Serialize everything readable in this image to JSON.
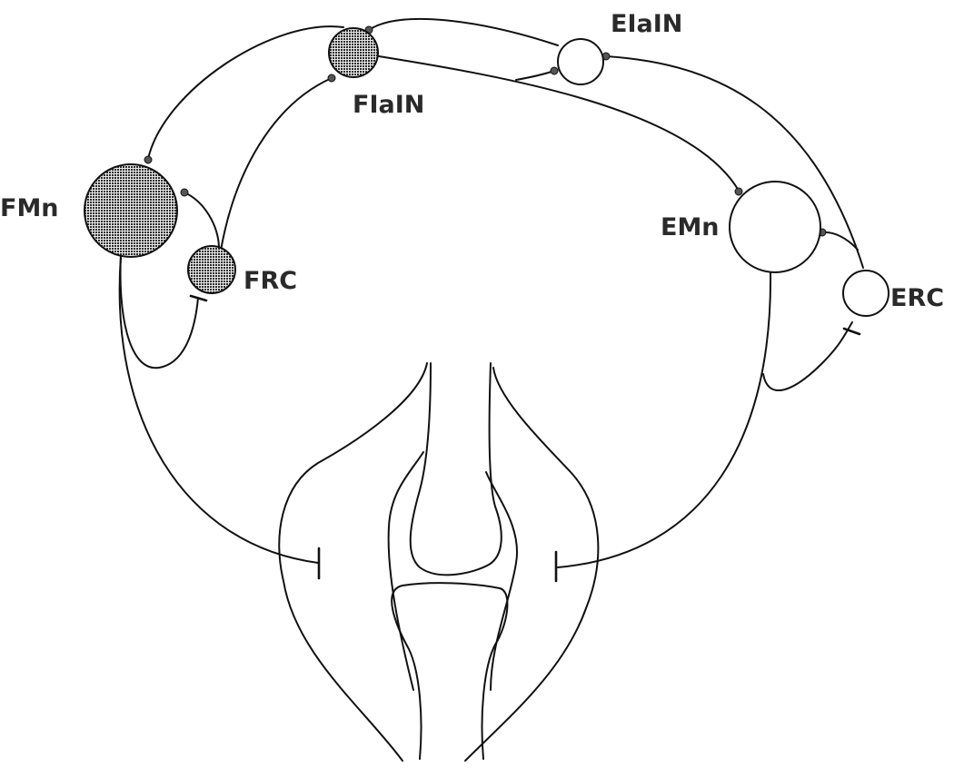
{
  "neurons": {
    "fmn": "FMn",
    "frc": "FRC",
    "fiain": "FIaIN",
    "eiain": "EIaIN",
    "emn": "EMn",
    "erc": "ERC"
  },
  "colors": {
    "flexor_fill": "#3a3a3a",
    "extensor_fill": "#ffffff",
    "line": "#111111"
  }
}
